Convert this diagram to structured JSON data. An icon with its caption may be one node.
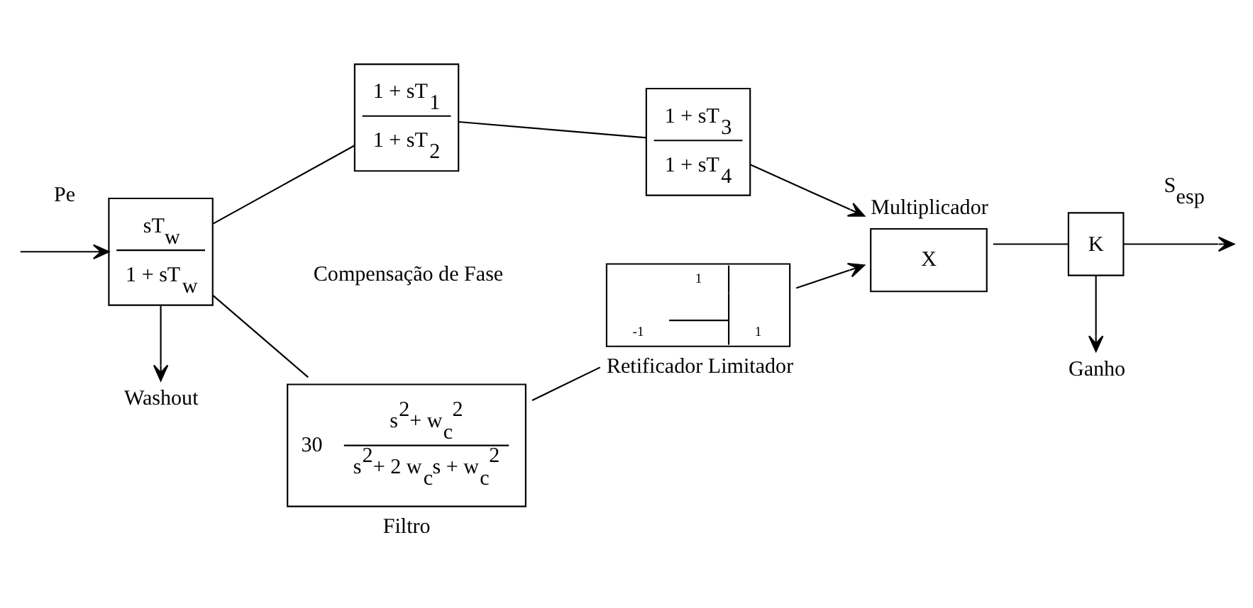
{
  "diagram": {
    "nodes": [
      {
        "text": [
          "sT$_{w}$",
          "1 + sT$_{w}$"
        ]
      },
      {
        "text": [
          "Washout"
        ]
      },
      {
        "text": [
          "1 + sT$_{1}$",
          "1 + sT$_{2}$"
        ]
      },
      {
        "text": [
          "1 + sT$_{3}$",
          "1 + sT$_{4}$"
        ]
      },
      {
        "text": [
          "X"
        ],
        "beside": [
          "Multiplicador"
        ]
      },
      {
        "text": [
          "K"
        ]
      },
      {
        "text": [
          "Ganho"
        ]
      },
      {
        "text": [
          "30",
          "s$^{2}$+ w$_{c}$$^{2}$",
          "s$^{2}$+ 2 w$_{c}$s + w$_{c}$$^{2}$"
        ],
        "beside": [
          "Filtro"
        ]
      },
      {
        "text": [
          "1",
          "-1",
          "1"
        ],
        "beside": [
          "Retificador Limitador"
        ]
      }
    ],
    "edges": [
      {
        "from": null,
        "to": 0,
        "arrow": "to",
        "label": "Pe"
      },
      {
        "from": 0,
        "to": 1,
        "arrow": "to"
      },
      {
        "from": 0,
        "to": 2,
        "arrow": "none"
      },
      {
        "from": 0,
        "to": 7,
        "arrow": "none"
      },
      {
        "from": 2,
        "to": 3,
        "arrow": "none"
      },
      {
        "from": 3,
        "to": 4,
        "arrow": "to"
      },
      {
        "from": 7,
        "to": 8,
        "arrow": "none"
      },
      {
        "from": 8,
        "to": 4,
        "arrow": "to"
      },
      {
        "from": 4,
        "to": 5,
        "arrow": "none"
      },
      {
        "from": 5,
        "to": 6,
        "arrow": "to"
      },
      {
        "from": 5,
        "to": null,
        "arrow": "to",
        "label": "S$_{esp}$"
      }
    ],
    "labels": [
      "Compensação de Fase"
    ]
  }
}
